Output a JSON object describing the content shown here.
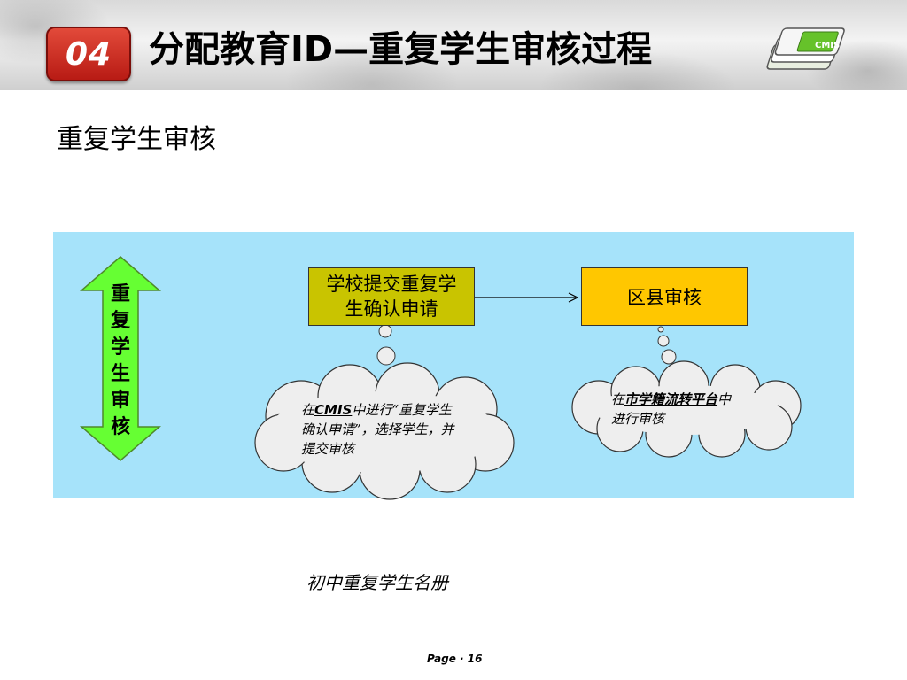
{
  "header": {
    "section_number": "04",
    "title": "分配教育ID—重复学生审核过程",
    "logo_text": "CMIS"
  },
  "subtitle": "重复学生审核",
  "diagram": {
    "vertical_arrow_chars": [
      "重",
      "复",
      "学",
      "生",
      "审",
      "核"
    ],
    "box_school": "学校提交重复学生确认申请",
    "box_district": "区县审核",
    "cloud1": {
      "prefix": "在",
      "highlight": "CMIS",
      "rest": "中进行“重复学生确认申请”，选择学生，并提交审核"
    },
    "cloud2": {
      "prefix": "在",
      "highlight": "市学籍流转平台",
      "rest": "中进行审核"
    },
    "colors": {
      "panel": "#a6e3fa",
      "arrow_fill": "#66ff33",
      "box_school": "#c9c400",
      "box_district": "#ffc700",
      "cloud_fill": "#eeeeee"
    }
  },
  "caption": "初中重复学生名册",
  "footer": {
    "page_label": "Page",
    "separator": "·",
    "page_number": "16"
  }
}
